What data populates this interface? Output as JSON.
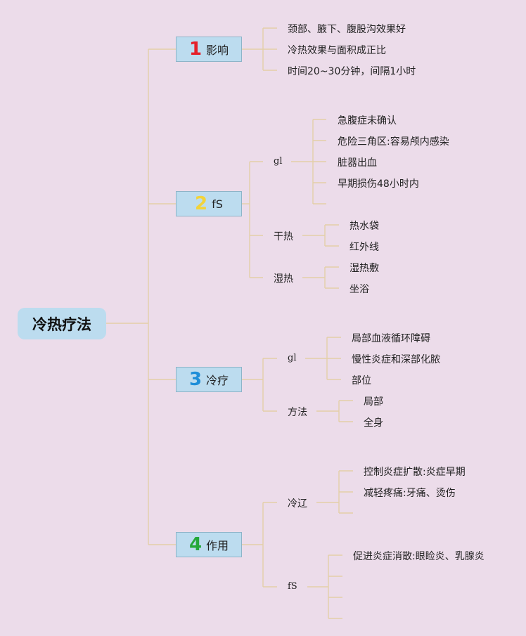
{
  "root": "冷热疗法",
  "colors": {
    "n1": "#e5202a",
    "n2": "#f2d33a",
    "n3": "#1e8ed8",
    "n4": "#25a83a"
  },
  "b1": {
    "num": "1",
    "label": "影响",
    "leaves": [
      "颈部、腋下、腹股沟效果好",
      "冷热效果与面积成正比",
      "时间20~30分钟，间隔1小时"
    ]
  },
  "b2": {
    "num": "2",
    "label": "fS",
    "s1": {
      "label": "gl",
      "leaves": [
        "急腹症未确认",
        "危险三角区:容易颅内感染",
        "脏器出血",
        "早期损伤48小时内"
      ]
    },
    "s2": {
      "label": "干热",
      "leaves": [
        "热水袋",
        "红外线"
      ]
    },
    "s3": {
      "label": "湿热",
      "leaves": [
        "湿热敷",
        "坐浴"
      ]
    }
  },
  "b3": {
    "num": "3",
    "label": "冷疗",
    "s1": {
      "label": "gl",
      "leaves": [
        "局部血液循环障碍",
        "慢性炎症和深部化脓",
        "部位"
      ]
    },
    "s2": {
      "label": "方法",
      "leaves": [
        "局部",
        "全身"
      ]
    }
  },
  "b4": {
    "num": "4",
    "label": "作用",
    "s1": {
      "label": "冷辽",
      "leaves": [
        "控制炎症扩散:炎症早期",
        "减轻疼痛:牙痛、烫伤"
      ]
    },
    "s2": {
      "label": "fS",
      "leaves": [
        "促进炎症消散:眼睑炎、乳腺炎"
      ]
    }
  }
}
